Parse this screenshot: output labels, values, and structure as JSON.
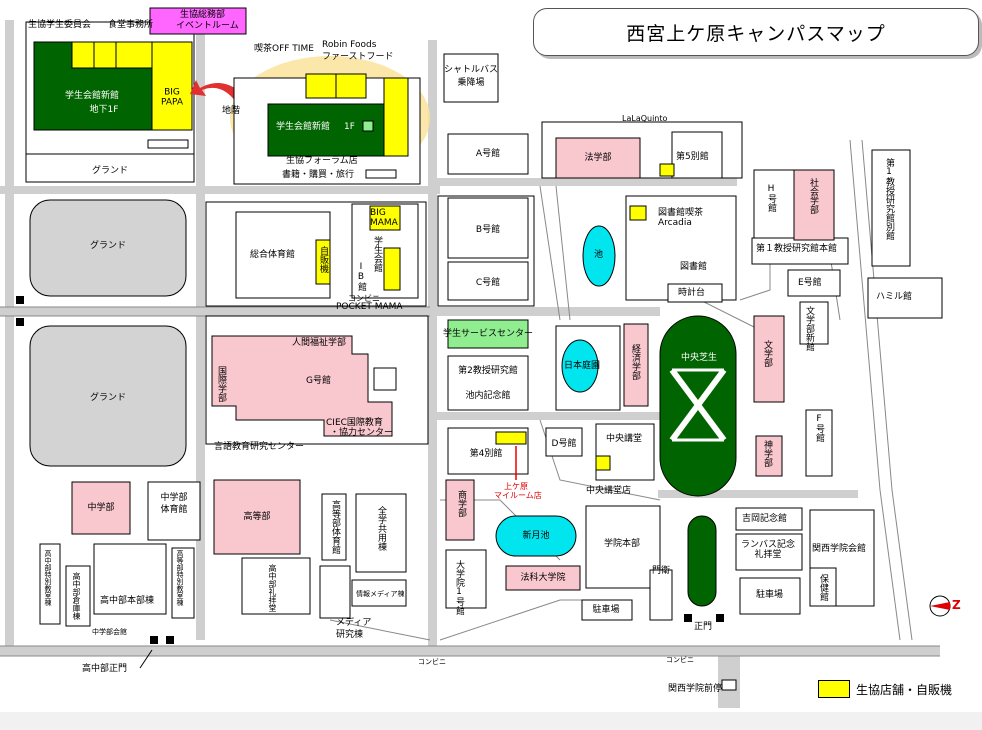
{
  "title": "西宮上ケ原キャンパスマップ",
  "legend": {
    "label": "生協店舗・自販機",
    "color": "#ffff00"
  },
  "compass": {
    "label": "Z"
  },
  "colors": {
    "pink": "#f9c8cf",
    "green": "#006400",
    "cyan": "#00e5ee",
    "yellow": "#ffff00",
    "magenta": "#ff66ff",
    "grey": "#d3d3d3",
    "lightgreen": "#90ee90",
    "highlight": "#f9e39a"
  },
  "labels": {
    "coop_committee": "生協学生委員会",
    "dining_office": "食堂事務所",
    "general_affairs_1": "生協総務部",
    "general_affairs_2": "イベントルーム",
    "student_hall_b1_1": "学生会館新館",
    "student_hall_b1_2": "地下1F",
    "big_papa": "BIG PAPA",
    "chika": "地階",
    "cafe_off_time": "喫茶OFF TIME",
    "robin_foods": "Robin Foods",
    "fast_food": "ファーストフード",
    "student_hall_1f": "学生会館新館",
    "one_f": "1F",
    "forum_store": "生協フォーラム店",
    "forum_store_sub": "書籍・購買・旅行",
    "ground": "グランド",
    "shuttle_1": "シャトルバス",
    "shuttle_2": "乗降場",
    "a_bldg": "A号館",
    "b_bldg": "B号館",
    "c_bldg": "C号館",
    "d_bldg": "D号館",
    "e_bldg": "E号館",
    "f_bldg": "F号館",
    "g_bldg": "G号館",
    "h_bldg": "H号館",
    "law": "法学部",
    "lalaquinto": "LaLaQuinto",
    "fifth_annex": "第5別館",
    "library_cafe_1": "図書館喫茶",
    "library_cafe_2": "Arcadia",
    "library": "図書館",
    "clock_tower": "時計台",
    "pond": "池",
    "social": "社会学部",
    "first_prof_annex": "第1教授研究館別館",
    "first_prof_main": "第１教授研究館本館",
    "hamil": "ハミル館",
    "gym": "総合体育館",
    "vending": "自販機",
    "big_mama": "BIG MAMA",
    "ib": "IB館",
    "student_hall_v": "学生会館",
    "conveni": "コンビニ",
    "pocket_mama": "POCKET MAMA",
    "student_service": "学生サービスセンター",
    "japan_garden": "日本庭園",
    "economics": "経済学部",
    "central_lawn": "中央芝生",
    "letters": "文学部",
    "letters_new": "文学部新館",
    "human_welfare": "人間福祉学部",
    "intl": "国際学部",
    "ciec_1": "CIEC国際教育",
    "ciec_2": "・協力センター",
    "language_center": "言語教育研究センター",
    "second_prof": "第2教授研究館",
    "ikeuchi": "池内記念館",
    "fourth_annex": "第4別館",
    "central_hall": "中央講堂",
    "central_hall_store": "中央講堂店",
    "theology": "神学部",
    "uegahara_myroom_1": "上ケ原",
    "uegahara_myroom_2": "マイルーム店",
    "jh": "中学部",
    "jh_gym_1": "中学部",
    "jh_gym_2": "体育館",
    "hs": "高等部",
    "hs_gym": "高等部体育館",
    "shared_bldg": "全学共用棟",
    "commerce": "商学部",
    "shingetsu": "新月池",
    "admin": "学院本部",
    "yoshioka": "吉岡記念館",
    "lambuth": "ランバス記念礼拝堂",
    "kwansei_hall": "関西学院会館",
    "grad_1": "大学院1号館",
    "law_grad": "法科大学院",
    "gate_guard": "門衛",
    "parking": "駐車場",
    "health": "保健館",
    "jh_special": "高中部特別教室棟",
    "jh_warehouse": "高中部倉庫棟",
    "jh_main": "高中部本部棟",
    "hs_special": "高等部特別教室棟",
    "hs_chapel": "高中部礼拝堂",
    "info_media": "情報メディア棟",
    "media_research_1": "メディア",
    "media_research_2": "研究棟",
    "jh_hall": "中学部会館",
    "jh_gate": "高中部正門",
    "main_gate": "正門",
    "bus_stop": "関西学院前停"
  }
}
